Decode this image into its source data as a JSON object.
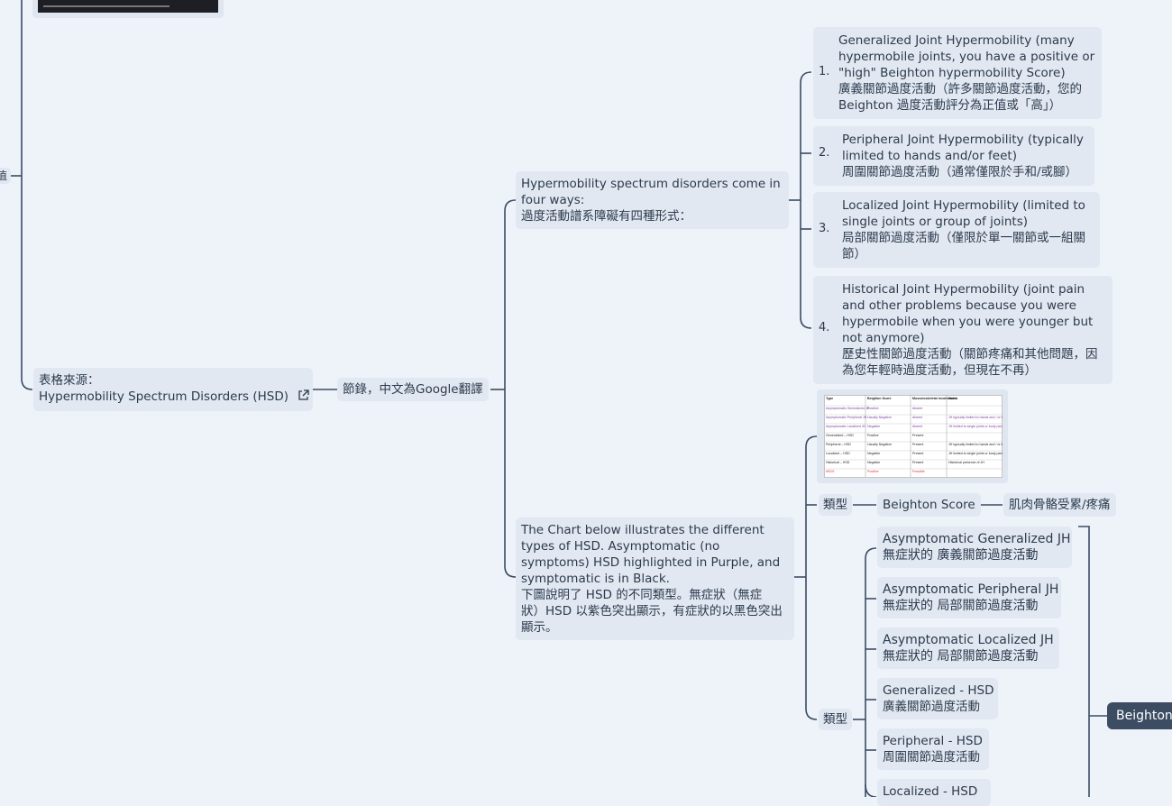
{
  "root_fragment": "值",
  "source_node": {
    "line1": "表格來源：",
    "line2": "Hypermobility Spectrum Disorders (HSD)",
    "link_icon": "external-link-icon"
  },
  "excerpt_node": "節錄，中文為Google翻譯",
  "ways_node": {
    "line1": "Hypermobility spectrum disorders come in",
    "line2": "four ways:",
    "line3": "過度活動譜系障礙有四種形式："
  },
  "ways": [
    {
      "num": "1.",
      "lines": [
        "Generalized Joint Hypermobility (many",
        "hypermobile joints, you have a positive or",
        "\"high\" Beighton hypermobility Score)",
        "廣義關節過度活動（許多關節過度活動，您的",
        "Beighton 過度活動評分為正值或「高」）"
      ]
    },
    {
      "num": "2.",
      "lines": [
        "Peripheral Joint Hypermobility (typically",
        "limited to hands and/or feet)",
        "周圍關節過度活動（通常僅限於手和/或腳）"
      ]
    },
    {
      "num": "3.",
      "lines": [
        "Localized Joint Hypermobility (limited to",
        "single joints or group of joints)",
        "局部關節過度活動（僅限於單一關節或一組關",
        "節）"
      ]
    },
    {
      "num": "4.",
      "lines": [
        "Historical Joint Hypermobility (joint pain",
        "and other problems because you were",
        "hypermobile when you were younger but",
        "not anymore)",
        "歷史性關節過度活動（關節疼痛和其他問題，因",
        "為您年輕時過度活動，但現在不再）"
      ]
    }
  ],
  "chart_node": {
    "lines": [
      "The Chart below illustrates the different",
      "types of HSD. Asymptomatic (no",
      "symptoms) HSD highlighted in Purple, and",
      "symptomatic is in Black.",
      "下圖說明了 HSD 的不同類型。無症狀（無症",
      "狀）HSD 以紫色突出顯示，有症狀的以黑色突出",
      "顯示。"
    ]
  },
  "header_row": {
    "type_label": "類型",
    "score_label": "Beighton Score",
    "pain_label": "肌肉骨骼受累/疼痛"
  },
  "types_label": "類型",
  "types": [
    {
      "en": "Asymptomatic Generalized JH",
      "zh": "無症狀的 廣義關節過度活動"
    },
    {
      "en": "Asymptomatic Peripheral JH",
      "zh": "無症狀的 局部關節過度活動"
    },
    {
      "en": "Asymptomatic Localized JH",
      "zh": "無症狀的 局部關節過度活動"
    },
    {
      "en": "Generalized - HSD",
      "zh": "廣義關節過度活動"
    },
    {
      "en": "Peripheral - HSD",
      "zh": "周圍關節過度活動"
    },
    {
      "en": "Localized - HSD",
      "zh": ""
    }
  ],
  "beighton_tag": "Beighton",
  "table_thumb": {
    "headers": [
      "Type",
      "Beighton Score",
      "Musculoskeletal Involvement",
      "Notes"
    ],
    "rows": [
      [
        "Asymptomatic Generalized JH",
        "Positive",
        "Absent",
        ""
      ],
      [
        "Asymptomatic Peripheral JH",
        "Usually Negative",
        "Absent",
        "JH typically limited to hands and / or feet"
      ],
      [
        "Asymptomatic Localized JH",
        "Negative",
        "Absent",
        "JH limited to single joints or body parts"
      ],
      [
        "Generalized – HSD",
        "Positive",
        "Present",
        ""
      ],
      [
        "Peripheral – HSD",
        "Usually Negative",
        "Present",
        "JH typically limited to hands and / or feet"
      ],
      [
        "Localized – HSD",
        "Negative",
        "Present",
        "JH limited to single joints or body parts"
      ],
      [
        "Historical – HSD",
        "Negative",
        "Present",
        "Historical presence of JH"
      ],
      [
        "hEDS",
        "Positive",
        "Possible",
        ""
      ]
    ]
  },
  "colors": {
    "line": "#3b4c63",
    "node_bg": "#e2e8f1",
    "bg": "#eef3fa",
    "purple": "#7a3ea0",
    "red": "#d33"
  }
}
